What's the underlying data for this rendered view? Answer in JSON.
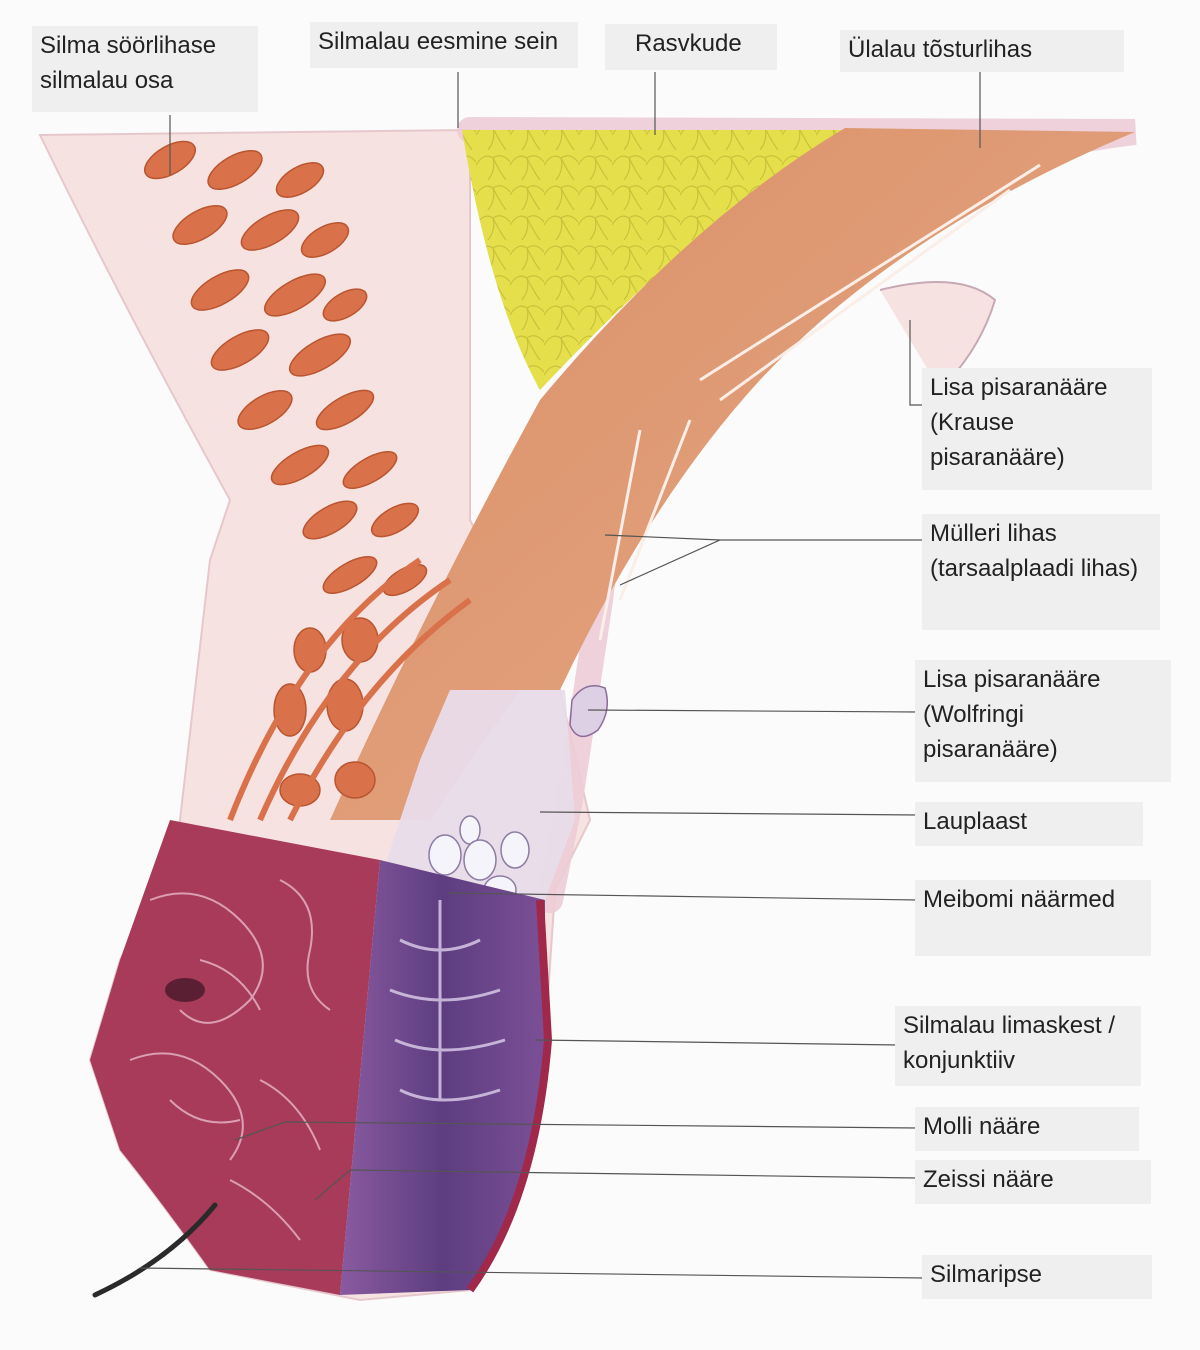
{
  "labels": {
    "orbicularis": "Silma söörlihase\nsilmalau osa",
    "orbital_septum": "Silmalau eesmine sein",
    "fat": "Rasvkude",
    "levator": "Ülalau tõsturlihas",
    "krause": "Lisa pisaranääre\n(Krause\npisaranääre)",
    "muller": "Mülleri lihas\n(tarsaalplaadi lihas)",
    "wolfring": "Lisa pisaranääre\n(Wolfringi\npisaranääre)",
    "tarsal_plate": "Lauplaast",
    "meibomian": "Meibomi näärmed",
    "conjunctiva": "Silmalau limaskest /\nkonjunktiiv",
    "moll": "Molli nääre",
    "zeis": "Zeissi nääre",
    "eyelash": "Silmaripse"
  },
  "colors": {
    "skin": "#f7e2e2",
    "muscle": "#d9714a",
    "fat": "#e3dd4a",
    "levator": "#d99670",
    "histology_pink": "#a83a5a",
    "histology_purple": "#6d4a8e",
    "label_bg": "#efefef"
  }
}
